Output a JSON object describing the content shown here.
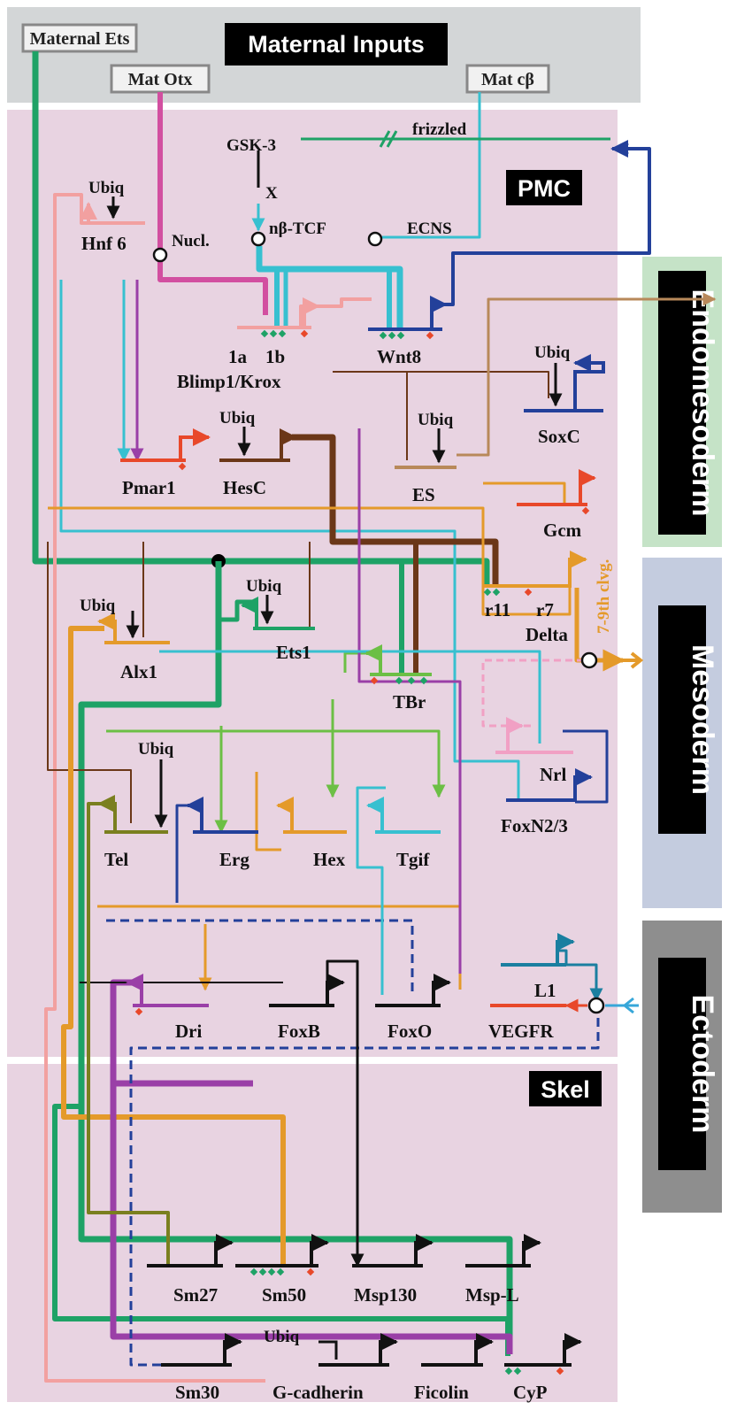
{
  "colors": {
    "maternal_band": "#d3d6d7",
    "embryo_bg": "#e8d3e1",
    "endomesoderm_box": "#c5e3c7",
    "mesoderm_box": "#c4ccdf",
    "ectoderm_box": "#8e8e8e",
    "label_box": "#000000",
    "ets_green": "#1ea266",
    "otx_magenta": "#d24fa0",
    "cbeta_cyan": "#37c0d0",
    "wnt_navy": "#23409a",
    "brown": "#6b3718",
    "orange": "#e49a2a",
    "salmon": "#f2a0a0",
    "red_orange": "#e8482a",
    "purple": "#9a3fa7",
    "olive": "#7a7f1f",
    "light_green": "#6cbf45",
    "pink_dashed": "#f1a0c4",
    "tan": "#b8895a",
    "black": "#111111"
  },
  "sections": {
    "maternal_inputs": "Maternal Inputs",
    "pmc": "PMC",
    "skel": "Skel",
    "endomesoderm": "Endomesoderm",
    "mesoderm": "Mesoderm",
    "ectoderm": "Ectoderm"
  },
  "maternal": {
    "ets": "Maternal Ets",
    "otx": "Mat Otx",
    "cbeta": "Mat cβ"
  },
  "signals": {
    "gsk3": "GSK-3",
    "frizzled": "frizzled",
    "x_mark": "X",
    "nbtcf": "nβ-TCF",
    "ecns": "ECNS",
    "nucl": "Nucl.",
    "cleavage": "7-9th clvg."
  },
  "ubiq": "Ubiq",
  "genes": {
    "hnf6": "Hnf 6",
    "blimp_1a": "1a",
    "blimp_1b": "1b",
    "blimp": "Blimp1/Krox",
    "wnt8": "Wnt8",
    "soxc": "SoxC",
    "pmar1": "Pmar1",
    "hesc": "HesC",
    "es": "ES",
    "gcm": "Gcm",
    "r11": "r11",
    "r7": "r7",
    "delta": "Delta",
    "alx1": "Alx1",
    "ets1": "Ets1",
    "tbr": "TBr",
    "nrl": "Nrl",
    "tel": "Tel",
    "erg": "Erg",
    "hex": "Hex",
    "tgif": "Tgif",
    "foxn23": "FoxN2/3",
    "l1": "L1",
    "dri": "Dri",
    "foxb": "FoxB",
    "foxo": "FoxO",
    "vegfr": "VEGFR",
    "sm27": "Sm27",
    "sm50": "Sm50",
    "msp130": "Msp130",
    "mspl": "Msp-L",
    "sm30": "Sm30",
    "gcadherin": "G-cadherin",
    "ficolin": "Ficolin",
    "cyp": "CyP"
  }
}
